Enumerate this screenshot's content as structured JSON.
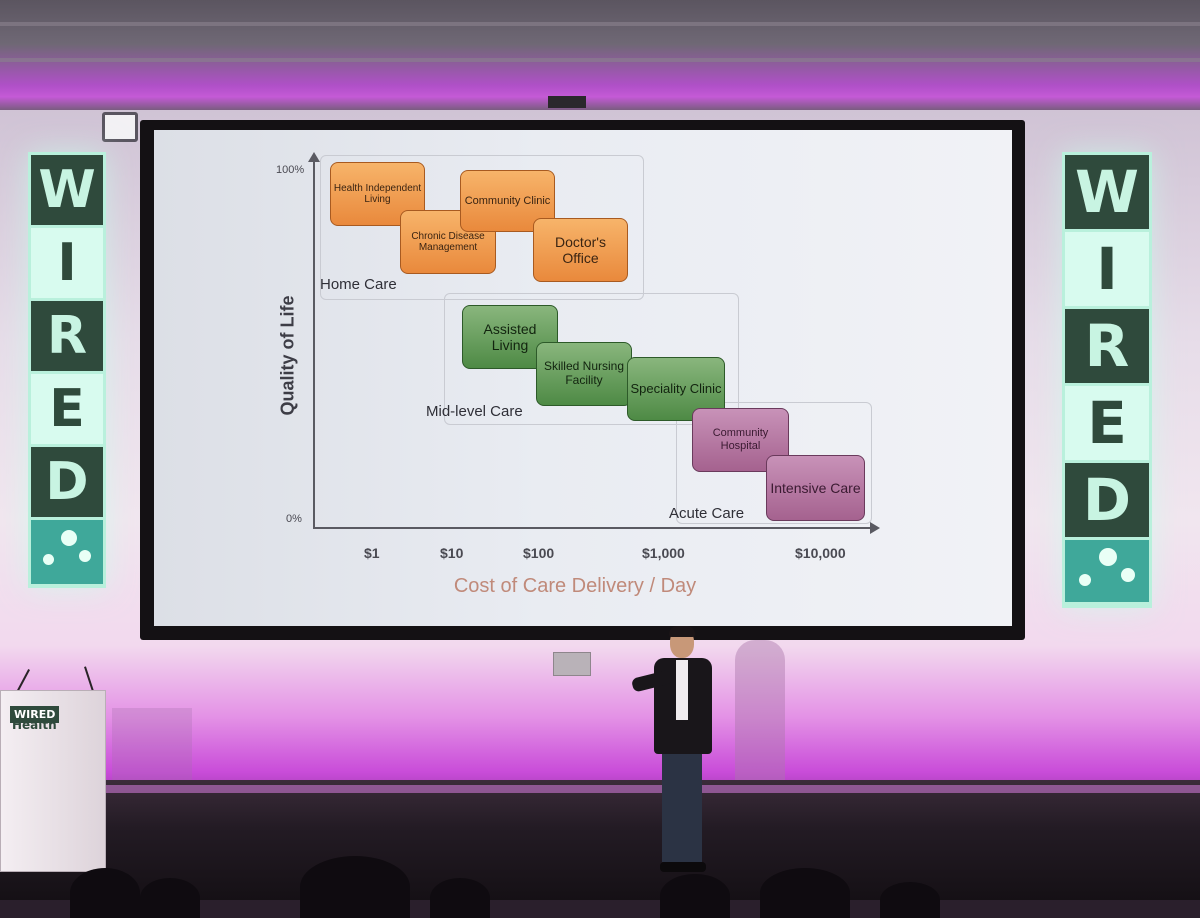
{
  "banners": {
    "left_letters": [
      "W",
      "I",
      "R",
      "E",
      "D"
    ],
    "right_letters": [
      "W",
      "I",
      "R",
      "E",
      "D"
    ]
  },
  "podium": {
    "logo": "WIRED",
    "sub": "Health"
  },
  "slide": {
    "y_label": "Quality of Life",
    "x_label": "Cost of Care Delivery / Day",
    "y_ticks": [
      "100%",
      "0%"
    ],
    "x_ticks": [
      "$1",
      "$10",
      "$100",
      "$1,000",
      "$10,000"
    ],
    "groups": {
      "home": "Home Care",
      "mid": "Mid-level Care",
      "acute": "Acute Care"
    },
    "boxes": {
      "health_independent": "Health Independent Living",
      "community_clinic": "Community Clinic",
      "chronic": "Chronic Disease Management",
      "doctors_office": "Doctor's Office",
      "assisted": "Assisted Living",
      "skilled": "Skilled Nursing Facility",
      "speciality": "Speciality Clinic",
      "community_hospital": "Community Hospital",
      "intensive": "Intensive Care"
    }
  }
}
